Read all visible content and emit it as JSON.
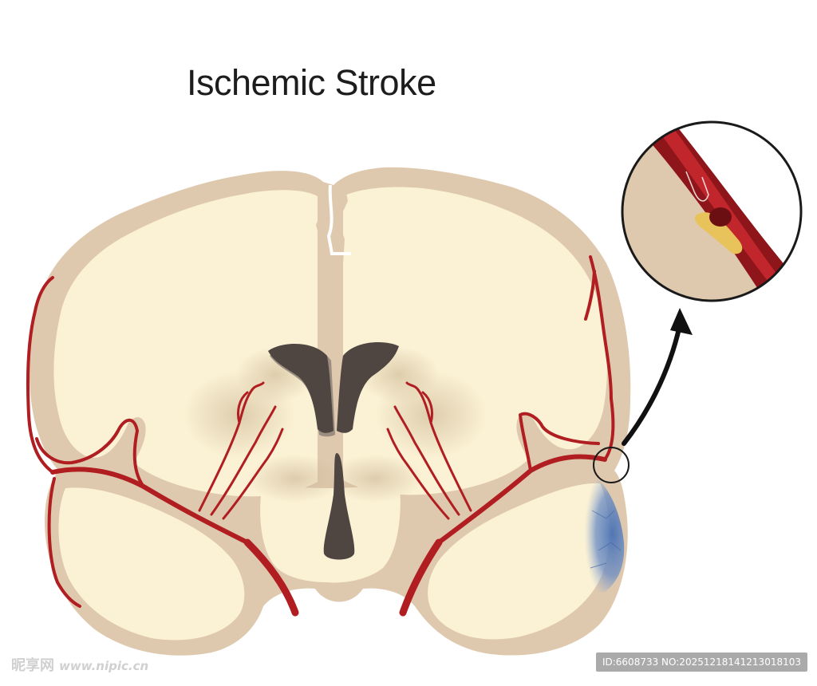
{
  "title": "Ischemic Stroke",
  "colors": {
    "gray_matter": "#dfc9ae",
    "white_matter": "#fbf1d4",
    "ventricle": "#4f4541",
    "artery": "#b01e22",
    "infarct": "#4f79b8",
    "plaque": "#e8c25a"
  },
  "watermark": {
    "site": "昵享网",
    "url": "www.nipic.cn",
    "id_text": "ID:6608733 NO:20251218141213018103"
  }
}
